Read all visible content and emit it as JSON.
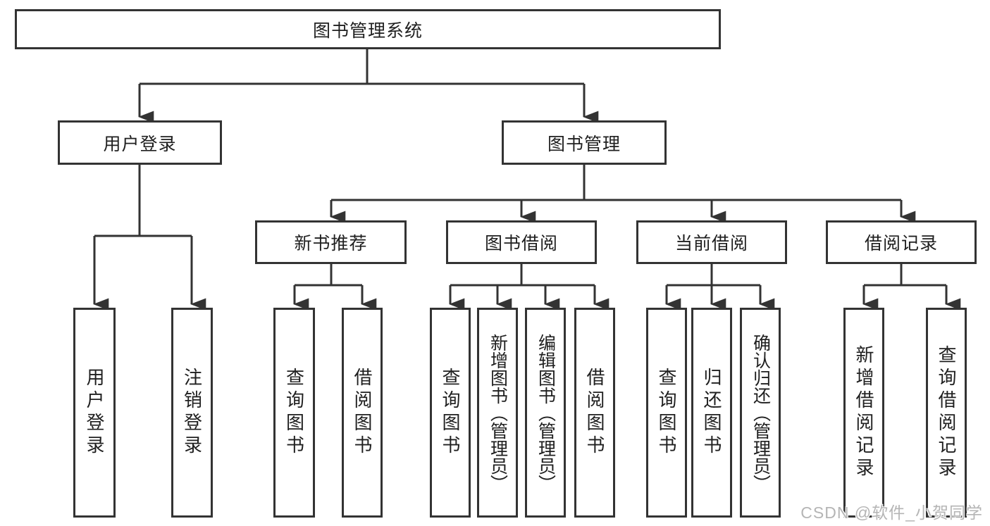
{
  "root": {
    "label": "图书管理系统"
  },
  "level2": [
    {
      "label": "用户登录"
    },
    {
      "label": "图书管理"
    }
  ],
  "level3": [
    {
      "label": "新书推荐"
    },
    {
      "label": "图书借阅"
    },
    {
      "label": "当前借阅"
    },
    {
      "label": "借阅记录"
    }
  ],
  "leaves": [
    {
      "label": "用户登录"
    },
    {
      "label": "注销登录"
    },
    {
      "label": "查询图书"
    },
    {
      "label": "借阅图书"
    },
    {
      "label": "查询图书"
    },
    {
      "label": "新增图书（管理员）"
    },
    {
      "label": "编辑图书（管理员）"
    },
    {
      "label": "借阅图书"
    },
    {
      "label": "查询图书"
    },
    {
      "label": "归还图书"
    },
    {
      "label": "确认归还（管理员）"
    },
    {
      "label": "新增借阅记录"
    },
    {
      "label": "查询借阅记录"
    }
  ],
  "watermark": {
    "text": "CSDN @软件_小贺同学"
  },
  "colors": {
    "line": "#333333",
    "box_border": "#333333",
    "text": "#1f1f1f",
    "watermark": "#b5b5b5",
    "background": "#ffffff"
  }
}
